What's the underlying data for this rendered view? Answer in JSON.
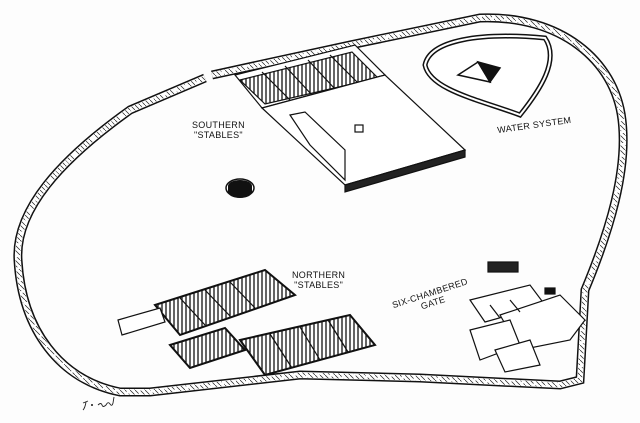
{
  "labels": {
    "southern_stables": [
      "SOUTHERN",
      "\"STABLES\""
    ],
    "water_system": "WATER SYSTEM",
    "northern_stables": [
      "NORTHERN",
      "\"STABLES\""
    ],
    "gate": [
      "SIX-CHAMBERED",
      "GATE"
    ]
  },
  "signature": "J. Dekel",
  "colors": {
    "ink": "#111111",
    "paper": "#fdfdfd"
  }
}
